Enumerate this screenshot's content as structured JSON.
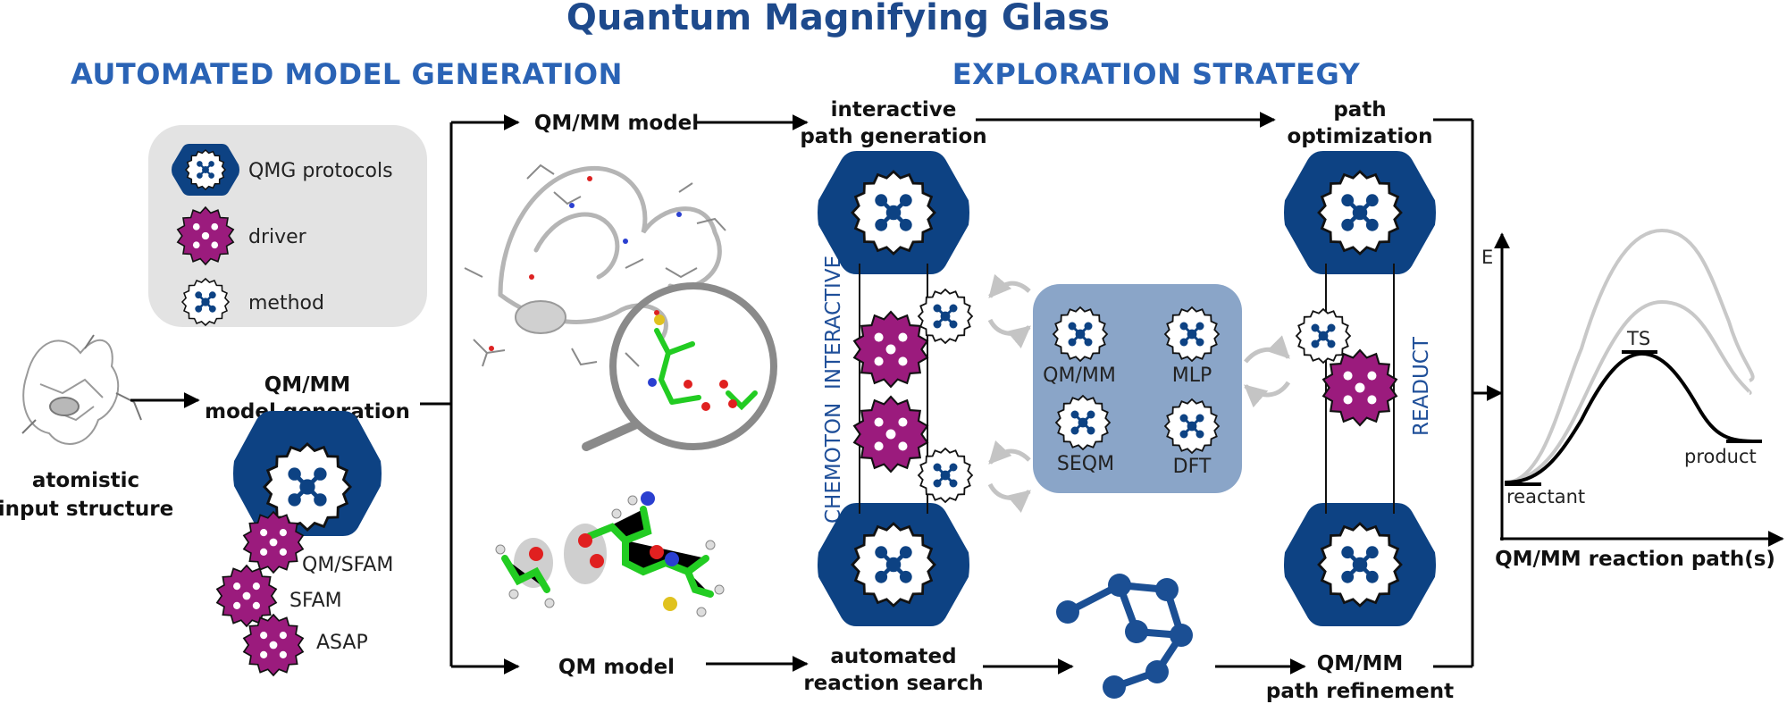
{
  "title": "Quantum Magnifying Glass",
  "sections": {
    "left": "AUTOMATED MODEL GENERATION",
    "right": "EXPLORATION STRATEGY"
  },
  "legend": {
    "protocols": "QMG protocols",
    "driver": "driver",
    "method": "method"
  },
  "input_structure": [
    "atomistic",
    "input structure"
  ],
  "model_generation": {
    "title": [
      "QM/MM",
      "model generation"
    ],
    "drivers": [
      "QM/SFAM",
      "SFAM",
      "ASAP"
    ]
  },
  "models": {
    "qmmm": "QM/MM model",
    "qm": "QM model"
  },
  "exploration": {
    "interactive": [
      "interactive",
      "path generation"
    ],
    "automated": [
      "automated",
      "reaction search"
    ],
    "side_labels": [
      "CHEMOTON",
      "INTERACTIVE"
    ],
    "methods": [
      "QM/MM",
      "MLP",
      "SEQM",
      "DFT"
    ],
    "optimization": [
      "path",
      "optimization"
    ],
    "refinement": [
      "QM/MM",
      "path refinement"
    ],
    "readuct": "READUCT"
  },
  "energy_plot": {
    "ylabel": "E",
    "xlabel": "QM/MM reaction path(s)",
    "ts": "TS",
    "reactant": "reactant",
    "product": "product"
  },
  "colors": {
    "title": "#1e4a8c",
    "section": "#2a63b5",
    "protocol": "#0d4283",
    "driver": "#9b1b7d",
    "method_panel": "#8aa5c8",
    "legend_bg": "#e3e3e3",
    "graph_node": "#1b4f94"
  }
}
